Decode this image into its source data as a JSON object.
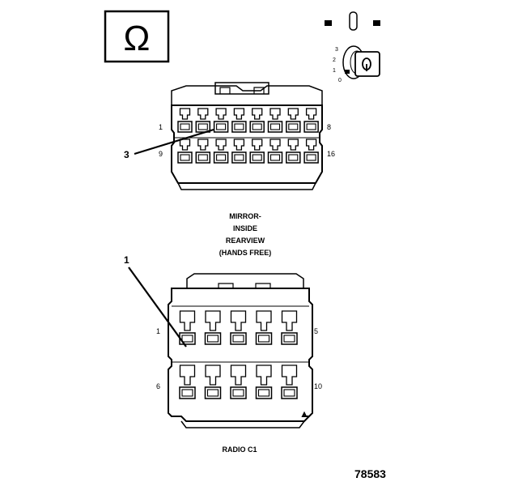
{
  "symbols": {
    "omega_glyph": "Ω",
    "key_positions": [
      "3",
      "2",
      "1",
      "0"
    ]
  },
  "connector_mirror": {
    "title_lines": [
      "MIRROR-",
      "INSIDE",
      "REARVIEW",
      "(HANDS FREE)"
    ],
    "pin_labels": {
      "top_left": "1",
      "top_right": "8",
      "bottom_left": "9",
      "bottom_right": "16"
    },
    "callout": "3"
  },
  "connector_radio": {
    "title": "RADIO C1",
    "pin_labels": {
      "top_left": "1",
      "top_right": "5",
      "bottom_left": "6",
      "bottom_right": "10"
    },
    "callout": "1"
  },
  "figure_number": "78583"
}
